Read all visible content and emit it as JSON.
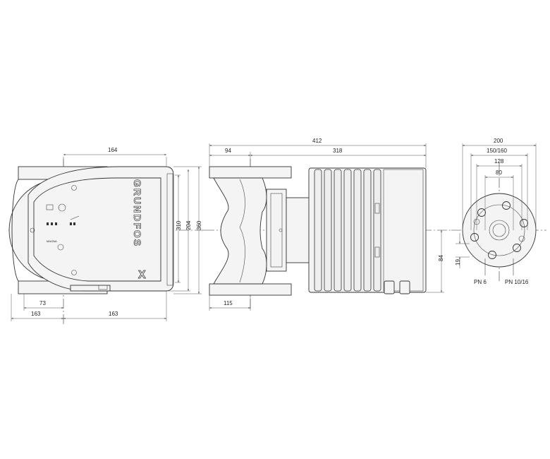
{
  "brand": {
    "logo_text": "GRUNDFOS"
  },
  "front_view": {
    "dims": {
      "w164": "164",
      "h310": "310",
      "h204": "204",
      "h360": "360",
      "w73": "73",
      "w163_left": "163",
      "w163_right": "163"
    },
    "panel_labels": {
      "mode": "MAGNA"
    }
  },
  "side_view": {
    "dims": {
      "w412": "412",
      "w94": "94",
      "w318": "318",
      "w115": "115",
      "h84": "84"
    }
  },
  "flange_view": {
    "dims": {
      "d200": "200",
      "d150_160": "150/160",
      "d128": "128",
      "d80": "80",
      "h19": "19"
    },
    "labels": {
      "pn6": "PN 6",
      "pn10_16": "PN 10/16"
    }
  },
  "colors": {
    "line": "#333333",
    "background": "#ffffff"
  }
}
